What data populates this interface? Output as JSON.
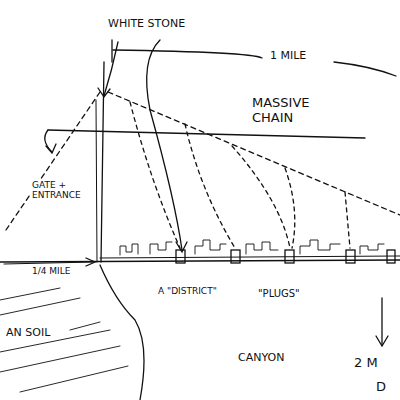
{
  "diagram": {
    "labels": [
      "WHITE STONE",
      "1 MILE",
      "MASSIVE CHAIN",
      "GATE + ENTRANCE",
      "1/4 MILE",
      "A \"DISTRICT\"",
      "\"PLUGS\"",
      "AN SOIL",
      "CANYON",
      "2 M",
      "D"
    ]
  }
}
